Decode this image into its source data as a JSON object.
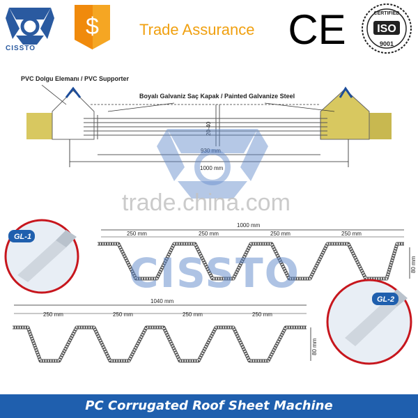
{
  "header": {
    "brand_name": "CISSTO",
    "badge_symbol": "$",
    "trade_assurance": "Trade Assurance",
    "ce_mark": "CE",
    "iso_certified": "CERTIFIED",
    "iso_main": "ISO",
    "iso_number": "9001",
    "colors": {
      "brand_blue": "#2a5aa0",
      "trade_orange": "#f0a010"
    }
  },
  "top_diagram": {
    "pvc_label": "PVC Dolgu Elemanı / PVC Supporter",
    "steel_label": "Boyalı Galvaniz Saç Kapak / Painted Galvanize Steel",
    "thickness": "20-40",
    "inner_width": "930 mm",
    "outer_width": "1000 mm"
  },
  "profile_gl1": {
    "label": "GL-1",
    "total_width": "1000 mm",
    "pitches": [
      "250 mm",
      "250 mm",
      "250 mm",
      "250 mm"
    ],
    "height": "80 mm"
  },
  "profile_gl2": {
    "label": "GL-2",
    "total_width": "1040 mm",
    "pitches": [
      "250 mm",
      "250 mm",
      "250 mm",
      "250 mm"
    ],
    "height": "80 mm"
  },
  "watermark": {
    "site": "trade.china.com",
    "brand": "CISSTO"
  },
  "footer": {
    "title": "PC Corrugated Roof Sheet Machine",
    "color": "#1f5fae"
  }
}
